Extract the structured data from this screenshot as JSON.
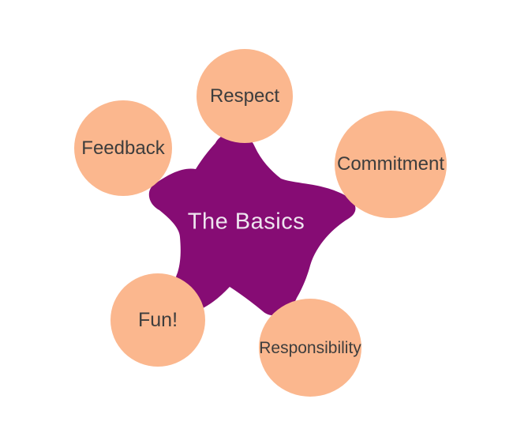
{
  "diagram": {
    "center": {
      "label": "The Basics"
    },
    "nodes": [
      {
        "id": "respect",
        "label": "Respect"
      },
      {
        "id": "commitment",
        "label": "Commitment"
      },
      {
        "id": "responsibility",
        "label": "Responsibility"
      },
      {
        "id": "fun",
        "label": "Fun!"
      },
      {
        "id": "feedback",
        "label": "Feedback"
      }
    ],
    "colors": {
      "background": "#FFFFFF",
      "star_fill": "#860C74",
      "center_text": "#EEE5EF",
      "node_fill": "#FBB78E",
      "node_text": "#3D3D3D"
    }
  }
}
